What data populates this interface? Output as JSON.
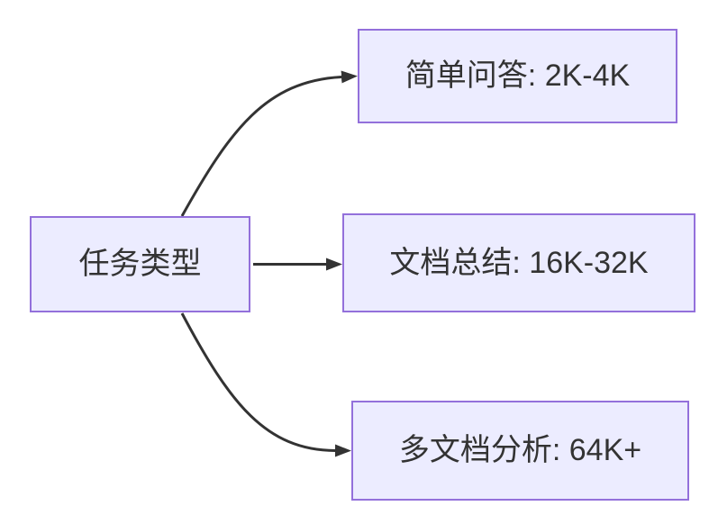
{
  "diagram": {
    "type": "flowchart",
    "direction": "left-to-right",
    "colors": {
      "node_fill": "#ECECFF",
      "node_border": "#9370DB",
      "edge": "#333333",
      "text": "#333333",
      "background": "#FFFFFF"
    },
    "nodes": {
      "root": {
        "label": "任务类型"
      },
      "simple_qa": {
        "label": "简单问答: 2K-4K"
      },
      "doc_summary": {
        "label": "文档总结: 16K-32K"
      },
      "multi_doc": {
        "label": "多文档分析: 64K+"
      }
    },
    "edges": [
      {
        "from": "任务类型",
        "to": "简单问答: 2K-4K",
        "arrow": "filled-triangle"
      },
      {
        "from": "任务类型",
        "to": "文档总结: 16K-32K",
        "arrow": "filled-triangle"
      },
      {
        "from": "任务类型",
        "to": "多文档分析: 64K+",
        "arrow": "filled-triangle"
      }
    ]
  }
}
